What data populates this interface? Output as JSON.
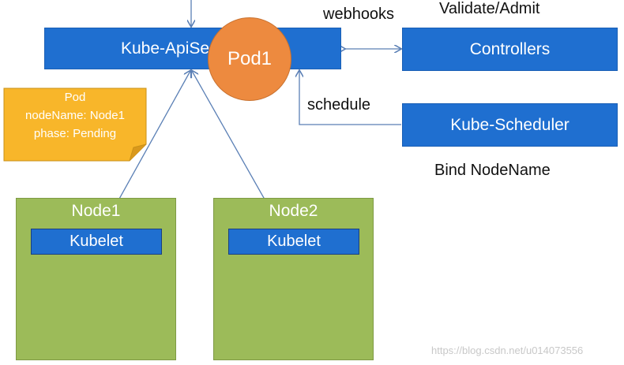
{
  "apiserver": {
    "label": "Kube-ApiServer"
  },
  "controllers": {
    "label": "Controllers"
  },
  "scheduler": {
    "label": "Kube-Scheduler"
  },
  "pod": {
    "label": "Pod1"
  },
  "note": {
    "line1": "Pod",
    "line2": "nodeName: Node1",
    "line3": "phase: Pending"
  },
  "labels": {
    "webhooks": "webhooks",
    "validate_admit": "Validate/Admit",
    "schedule": "schedule",
    "bind": "Bind NodeName"
  },
  "nodes": [
    {
      "title": "Node1",
      "kubelet": "Kubelet"
    },
    {
      "title": "Node2",
      "kubelet": "Kubelet"
    }
  ],
  "watermark": "https://blog.csdn.net/u014073556",
  "colors": {
    "blue": "#1f6fd0",
    "green": "#9cbb59",
    "orange": "#ed8a3f",
    "note_yellow": "#f8b62a",
    "arrow": "#5a7fb5"
  }
}
